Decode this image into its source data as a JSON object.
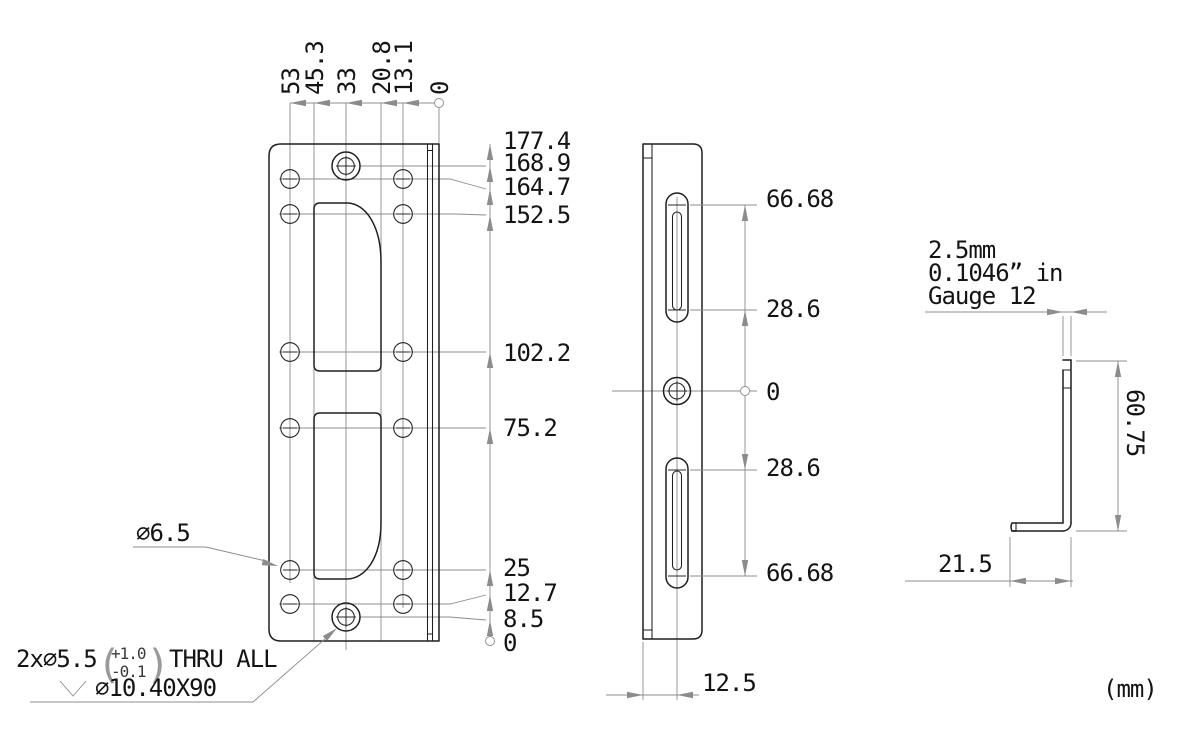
{
  "colors": {
    "line": "#1f1f1f",
    "dimension": "#8c8c8c",
    "text": "#141414",
    "background": "#ffffff"
  },
  "drawing": {
    "units_label": "(mm)",
    "front_view": {
      "top_dims": [
        "53",
        "45.3",
        "33",
        "20.8",
        "13.1",
        "0"
      ],
      "right_dims": [
        "177.4",
        "168.9",
        "164.7",
        "152.5",
        "102.2",
        "75.2",
        "25",
        "12.7",
        "8.5",
        "0"
      ],
      "hole_callout": "∅6.5",
      "countersink_callout": {
        "quantity_dia": "2x∅5.5",
        "tol_open": "(",
        "tol_plus": "+1.0",
        "tol_minus": "-0.1",
        "tol_close": ")",
        "thru": "THRU ALL",
        "countersink_spec": "∅10.40X90"
      }
    },
    "side_view": {
      "vertical_dims": [
        "66.68",
        "28.6",
        "0",
        "28.6",
        "66.68"
      ],
      "flange_offset_dim": "12.5"
    },
    "section_view": {
      "thickness_mm": "2.5mm",
      "thickness_in": "0.1046” in",
      "gauge": "Gauge 12",
      "height_dim": "60.75",
      "flange_dim": "21.5"
    }
  }
}
